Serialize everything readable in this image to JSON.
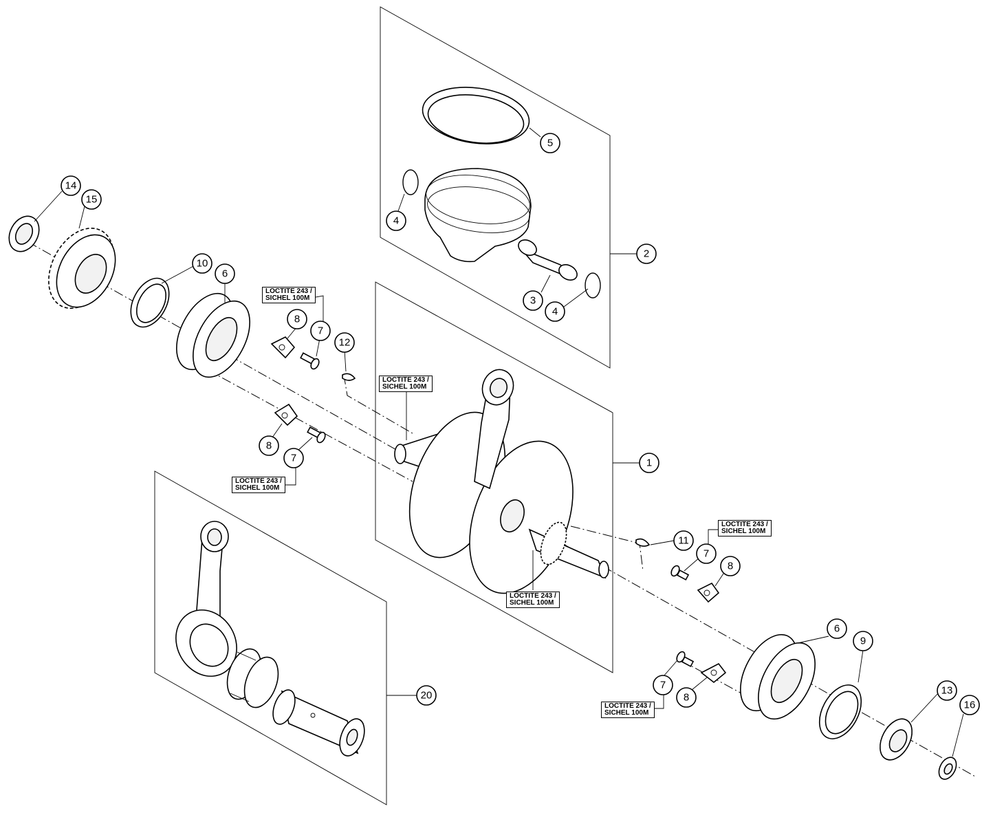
{
  "callouts": {
    "c1": "1",
    "c2": "2",
    "c3": "3",
    "c4a": "4",
    "c4b": "4",
    "c5": "5",
    "c6a": "6",
    "c6b": "6",
    "c7a": "7",
    "c7b": "7",
    "c7c": "7",
    "c7d": "7",
    "c8a": "8",
    "c8b": "8",
    "c8c": "8",
    "c8d": "8",
    "c9": "9",
    "c10": "10",
    "c11": "11",
    "c12": "12",
    "c13": "13",
    "c14": "14",
    "c15": "15",
    "c16": "16",
    "c20": "20"
  },
  "notes": {
    "line1": "LOCTITE 243 /",
    "line2": "SICHEL 100M"
  },
  "colors": {
    "ink": "#000000",
    "paper": "#ffffff"
  }
}
